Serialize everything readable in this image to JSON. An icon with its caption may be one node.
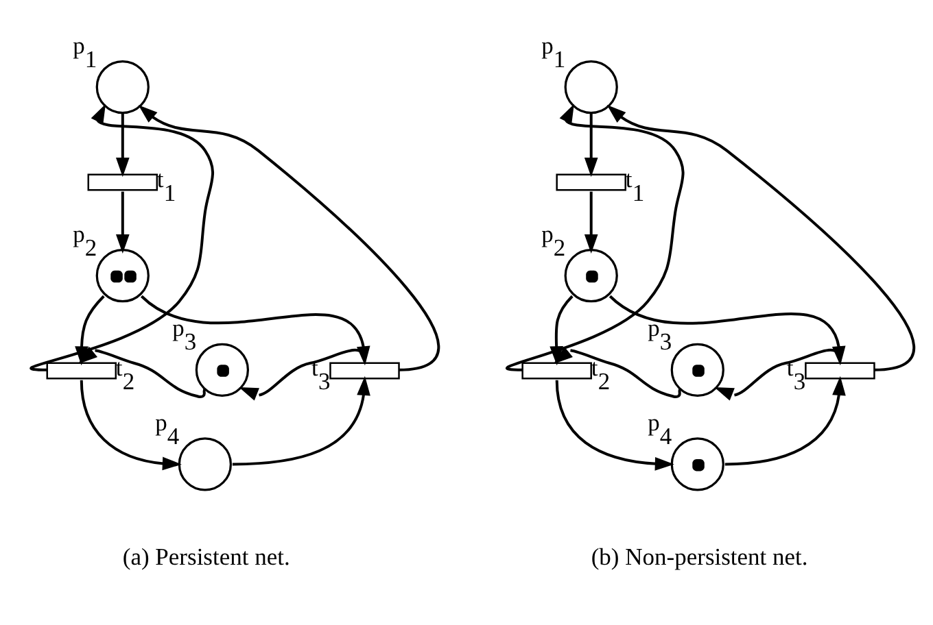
{
  "diagram": {
    "nodes": [
      {
        "text": [],
        "shape": "circle",
        "beside": [
          "p$_{1}$"
        ]
      },
      {
        "text": [],
        "shape": "bar",
        "beside": [
          "t$_{1}$"
        ]
      },
      {
        "text": [],
        "shape": "circle",
        "beside": [
          "p$_{2}$"
        ]
      },
      {
        "text": [],
        "shape": "circle",
        "beside": [
          "p$_{3}$"
        ]
      },
      {
        "text": [],
        "shape": "bar",
        "beside": [
          "t$_{2}$"
        ]
      },
      {
        "text": [],
        "shape": "bar",
        "beside": [
          "t$_{3}$"
        ]
      },
      {
        "text": [],
        "shape": "circle",
        "beside": [
          "p$_{4}$"
        ]
      },
      {
        "text": [],
        "shape": "circle",
        "beside": [
          "p$_{1}$"
        ]
      },
      {
        "text": [],
        "shape": "bar",
        "beside": [
          "t$_{1}$"
        ]
      },
      {
        "text": [],
        "shape": "circle",
        "beside": [
          "p$_{2}$"
        ]
      },
      {
        "text": [],
        "shape": "circle",
        "beside": [
          "p$_{3}$"
        ]
      },
      {
        "text": [],
        "shape": "bar",
        "beside": [
          "t$_{2}$"
        ]
      },
      {
        "text": [],
        "shape": "bar",
        "beside": [
          "t$_{3}$"
        ]
      },
      {
        "text": [],
        "shape": "circle",
        "beside": [
          "p$_{4}$"
        ]
      }
    ],
    "edges": [
      {
        "from": 0,
        "to": 1,
        "arrow": "to"
      },
      {
        "from": 1,
        "to": 2,
        "arrow": "to"
      },
      {
        "from": 2,
        "to": 4,
        "arrow": "to"
      },
      {
        "from": 2,
        "to": 5,
        "arrow": "to"
      },
      {
        "from": 4,
        "to": 0,
        "arrow": "to"
      },
      {
        "from": 5,
        "to": 0,
        "arrow": "to"
      },
      {
        "from": 3,
        "to": 4,
        "arrow": "to"
      },
      {
        "from": 5,
        "to": 3,
        "arrow": "to"
      },
      {
        "from": 4,
        "to": 6,
        "arrow": "to"
      },
      {
        "from": 6,
        "to": 5,
        "arrow": "to"
      },
      {
        "from": 7,
        "to": 8,
        "arrow": "to"
      },
      {
        "from": 8,
        "to": 9,
        "arrow": "to"
      },
      {
        "from": 9,
        "to": 11,
        "arrow": "to"
      },
      {
        "from": 9,
        "to": 12,
        "arrow": "to"
      },
      {
        "from": 11,
        "to": 7,
        "arrow": "to"
      },
      {
        "from": 12,
        "to": 7,
        "arrow": "to"
      },
      {
        "from": 10,
        "to": 11,
        "arrow": "to"
      },
      {
        "from": 12,
        "to": 10,
        "arrow": "to"
      },
      {
        "from": 11,
        "to": 13,
        "arrow": "to"
      },
      {
        "from": 13,
        "to": 12,
        "arrow": "to"
      }
    ],
    "labels": [
      "(a) Persistent net.",
      "(b) Non-persistent net."
    ]
  }
}
